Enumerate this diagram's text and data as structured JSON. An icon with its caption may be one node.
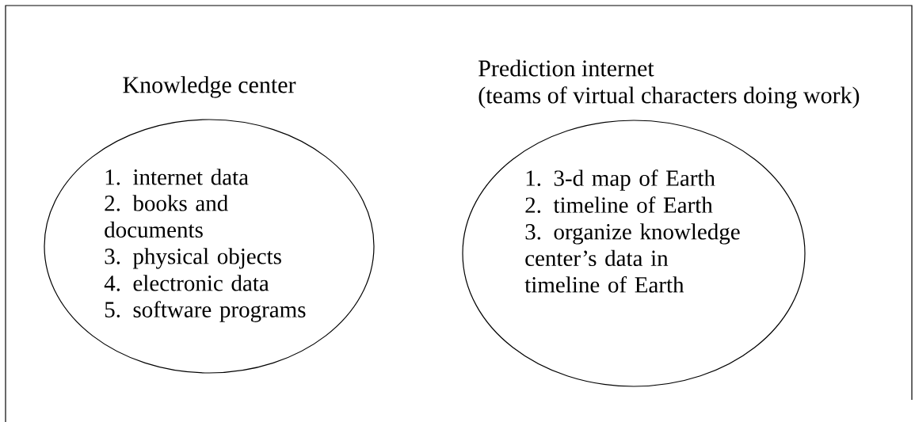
{
  "diagram": {
    "nodes": [
      {
        "text": [
          "Knowledge center"
        ]
      },
      {
        "text": [
          "1.  internet data",
          "2.  books and documents",
          "3.  physical objects",
          "4.  electronic data",
          "5.  software programs"
        ]
      },
      {
        "text": [
          "Prediction internet",
          "(teams of virtual characters doing work)"
        ]
      },
      {
        "text": [
          "1.  3-d map of Earth",
          "2.  timeline of Earth",
          "3.  organize knowledge center’s data in timeline of Earth"
        ]
      }
    ]
  }
}
